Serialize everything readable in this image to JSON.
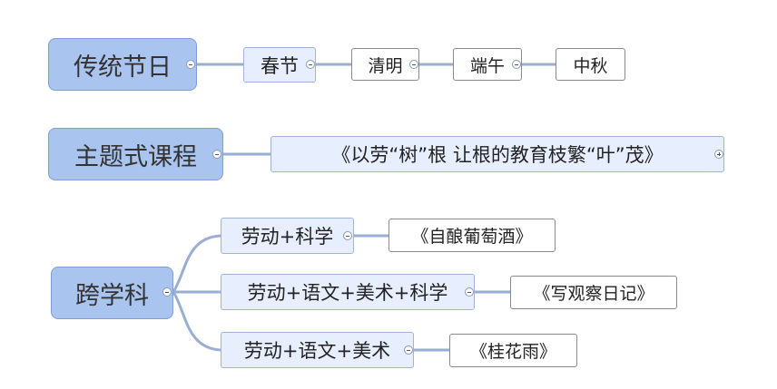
{
  "mindmap": {
    "branch1": {
      "root": "传统节日",
      "items": [
        "春节",
        "清明",
        "端午",
        "中秋"
      ]
    },
    "branch2": {
      "root": "主题式课程",
      "items": [
        "《以劳“树”根 让根的教育枝繁“叶”茂》"
      ]
    },
    "branch3": {
      "root": "跨学科",
      "subs": [
        "劳动+科学",
        "劳动+语文+美术+科学",
        "劳动+语文+美术"
      ],
      "leaves": [
        "《自酿葡萄酒》",
        "《写观察日记》",
        "《桂花雨》"
      ]
    }
  },
  "colors": {
    "line": "#9aaed3",
    "root_fill": "#a9c4ef",
    "sub_fill": "#e7efff"
  }
}
